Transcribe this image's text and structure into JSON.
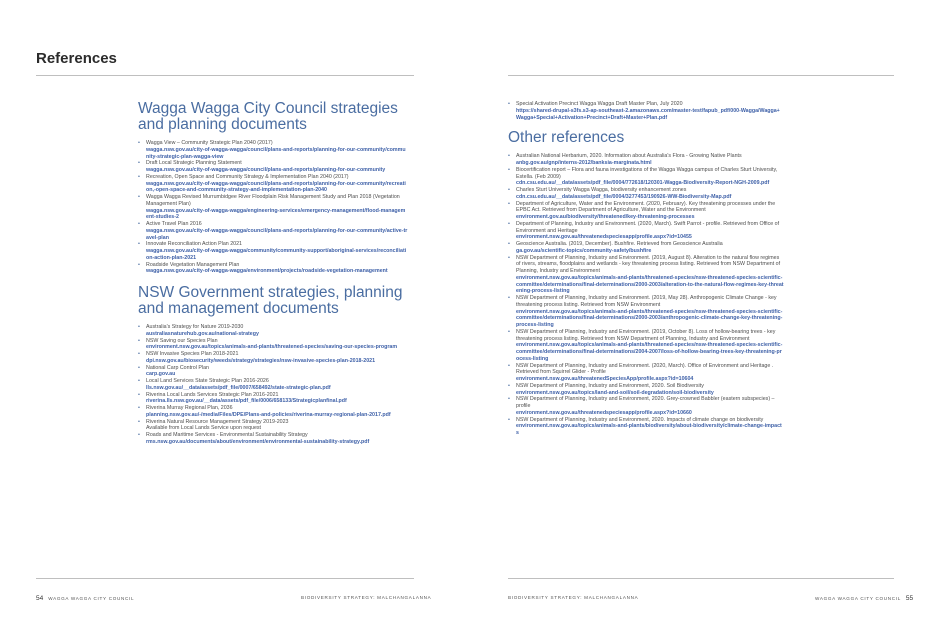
{
  "page_title": "References",
  "left": {
    "heading1": "Wagga Wagga City Council strategies and planning documents",
    "list1": [
      {
        "text": "Wagga View – Community Strategic Plan 2040 (2017)",
        "link": "wagga.nsw.gov.au/city-of-wagga-wagga/council/plans-and-reports/planning-for-our-community/community-strategic-plan-wagga-view"
      },
      {
        "text": "Draft Local Strategic Planning Statement",
        "link": "wagga.nsw.gov.au/city-of-wagga-wagga/council/plans-and-reports/planning-for-our-community"
      },
      {
        "text": "Recreation, Open Space and Community Strategy & Implementation Plan 2040 (2017)",
        "link": "wagga.nsw.gov.au/city-of-wagga-wagga/council/plans-and-reports/planning-for-our-community/recreation,-open-space-and-community-strategy-and-implementation-plan-2040"
      },
      {
        "text": "Wagga Wagga Revised Murrumbidgee River Floodplain Risk Management Study and Plan 2018 (Vegetation Management Plan)",
        "link": "wagga.nsw.gov.au/city-of-wagga-wagga/engineering-services/emergency-management/flood-management-studies-2"
      },
      {
        "text": "Active Travel Plan 2016",
        "link": "wagga.nsw.gov.au/city-of-wagga-wagga/council/plans-and-reports/planning-for-our-community/active-travel-plan"
      },
      {
        "text": "Innovate Reconciliation Action Plan 2021",
        "link": "wagga.nsw.gov.au/city-of-wagga-wagga/community/community-support/aboriginal-services/reconciliation-action-plan-2021"
      },
      {
        "text": "Roadside Vegetation Management Plan",
        "link": "wagga.nsw.gov.au/city-of-wagga-wagga/environment/projects/roadside-vegetation-management"
      }
    ],
    "heading2": "NSW Government strategies, planning and management documents",
    "list2": [
      {
        "text": "Australia's Strategy for Nature 2019-2030",
        "link": "australiasnaturehub.gov.au/national-strategy"
      },
      {
        "text": "NSW Saving our Species Plan",
        "link": "environment.nsw.gov.au/topics/animals-and-plants/threatened-species/saving-our-species-program"
      },
      {
        "text": "NSW Invasive Species Plan 2018-2021",
        "link": "dpi.nsw.gov.au/biosecurity/weeds/strategy/strategies/nsw-invasive-species-plan-2018-2021"
      },
      {
        "text": "National Carp Control Plan",
        "link": "carp.gov.au"
      },
      {
        "text": "Local Land Services State Strategic Plan 2016-2026",
        "link": "lls.nsw.gov.au/__data/assets/pdf_file/0007/658492/state-strategic-plan.pdf"
      },
      {
        "text": "Riverina Local Lands Services Strategic Plan 2016-2021",
        "link": "riverina.lls.nsw.gov.au/__data/assets/pdf_file/0006/658133/Strategicplanfinal.pdf"
      },
      {
        "text": "Riverina Murray Regional Plan, 2036",
        "link": "planning.nsw.gov.au/-/media/Files/DPE/Plans-and-policies/riverina-murray-regional-plan-2017.pdf"
      },
      {
        "text": "Riverina Natural Resource Management Strategy 2019-2023",
        "extra": "Available from Local Lands Service upon request"
      },
      {
        "text": "Roads and Maritime Services - Environmental Sustainability Strategy",
        "link": "rms.nsw.gov.au/documents/about/environment/environmental-sustainability-strategy.pdf"
      }
    ]
  },
  "right": {
    "top_list": [
      {
        "text": "Special Activation Precinct Wagga Wagga Draft Master Plan, July 2020",
        "link": "https://shared-drupal-s3fs.s3-ap-southeast-2.amazonaws.com/master-test/fapub_pdf/000-Wagga/Wagga+Wagga+Special+Activation+Precinct+Draft+Master+Plan.pdf"
      }
    ],
    "heading": "Other references",
    "list": [
      {
        "text": "Australian National Herbarium, 2020. Information about Australia's Flora - Growing Native Plants",
        "link": "anbg.gov.au/gnp/interns-2012/banksia-marginata.html"
      },
      {
        "text": "Biocertification report – Flora and fauna investigations of the Wagga Wagga campus of Charles Sturt University, Estella. (Feb 2009)",
        "link": "cdn.csu.edu.au/__data/assets/pdf_file/0004/772618/120301-Wagga-Biodiversity-Report-NGH-2009.pdf"
      },
      {
        "text": "Charles Sturt University Wagga Wagga, biodiversity enhancement zones",
        "link": "cdn.csu.edu.au/__data/assets/pdf_file/0004/3277453/190926-WW-Biodiversity-Map.pdf"
      },
      {
        "text": "Department of Agriculture, Water and the Environment. (2020, February). Key threatening processes under the EPBC Act. Retrieved from Department of Agriculture, Water and the Environment",
        "link": "environment.gov.au/biodiversity/threatened/key-threatening-processes"
      },
      {
        "text": "Department of Planning, Industry and Environment. (2020, March). Swift Parrot - profile. Retrieved from Office of Environment and Heritage",
        "link": "environment.nsw.gov.au/threatenedspeciesapp/profile.aspx?id=10455"
      },
      {
        "text": "Geoscience Australia. (2019, December). Bushfire. Retrieved from Geoscience Australia",
        "link": "ga.gov.au/scientific-topics/community-safety/bushfire"
      },
      {
        "text": "NSW Department of Planning, Industry and Environment. (2019, August 8). Alteration to the natural flow regimes of rivers, streams, floodplains and wetlands - key threatening process listing. Retrieved from NSW Department of Planning, Industry and Environment",
        "link": "environment.nsw.gov.au/topics/animals-and-plants/threatened-species/nsw-threatened-species-scientific-committee/determinations/final-determinations/2000-2003/alteration-to-the-natural-flow-regimes-key-threatening-process-listing"
      },
      {
        "text": "NSW Department of Planning, Industry and Environment. (2019, May 28). Anthropogenic Climate Change - key threatening process listing. Retrieved from NSW Environment",
        "link": "environment.nsw.gov.au/topics/animals-and-plants/threatened-species/nsw-threatened-species-scientific-committee/determinations/final-determinations/2000-2003/anthropogenic-climate-change-key-threatening-process-listing"
      },
      {
        "text": "NSW Department of Planning, Industry and Environment. (2019, October 8). Loss of hollow-bearing trees - key threatening process listing. Retrieved from NSW Department of Planning, Industry and Environment",
        "link": "environment.nsw.gov.au/topics/animals-and-plants/threatened-species/nsw-threatened-species-scientific-committee/determinations/final-determinations/2004-2007/loss-of-hollow-bearing-trees-key-threatening-process-listing"
      },
      {
        "text": "NSW Department of Planning, Industry and Environment. (2020, March). Office of Environment and Heritage . Retrieved from Squirrel Glider - Profile",
        "link": "environment.nsw.gov.au/threatenedSpeciesApp/profile.aspx?id=10604"
      },
      {
        "text": "NSW Department of Planning, Industry and Environment, 2020. Soil Biodiversity",
        "link": "environment.nsw.gov.au/topics/land-and-soil/soil-degradation/soil-biodiversity"
      },
      {
        "text": "NSW Department of Planning, Industry and Environment, 2020. Grey-crowned Babbler (eastern subspecies) – profile",
        "link": "environment.nsw.gov.au/threatenedspeciesapp/profile.aspx?id=10660"
      },
      {
        "text": "NSW Department of Planning, Industry and Environment, 2020. Impacts of climate change on biodiversity",
        "link": "environment.nsw.gov.au/topics/animals-and-plants/biodiversity/about-biodiversity/climate-change-impacts"
      }
    ]
  },
  "footer": {
    "left_page_number": "54",
    "left_org": "WAGGA WAGGA CITY COUNCIL",
    "left_doc": "BIODIVERSITY STRATEGY: MALCHANGALANNA",
    "right_doc": "BIODIVERSITY STRATEGY: MALCHANGALANNA",
    "right_org": "WAGGA WAGGA CITY COUNCIL",
    "right_page_number": "55"
  }
}
